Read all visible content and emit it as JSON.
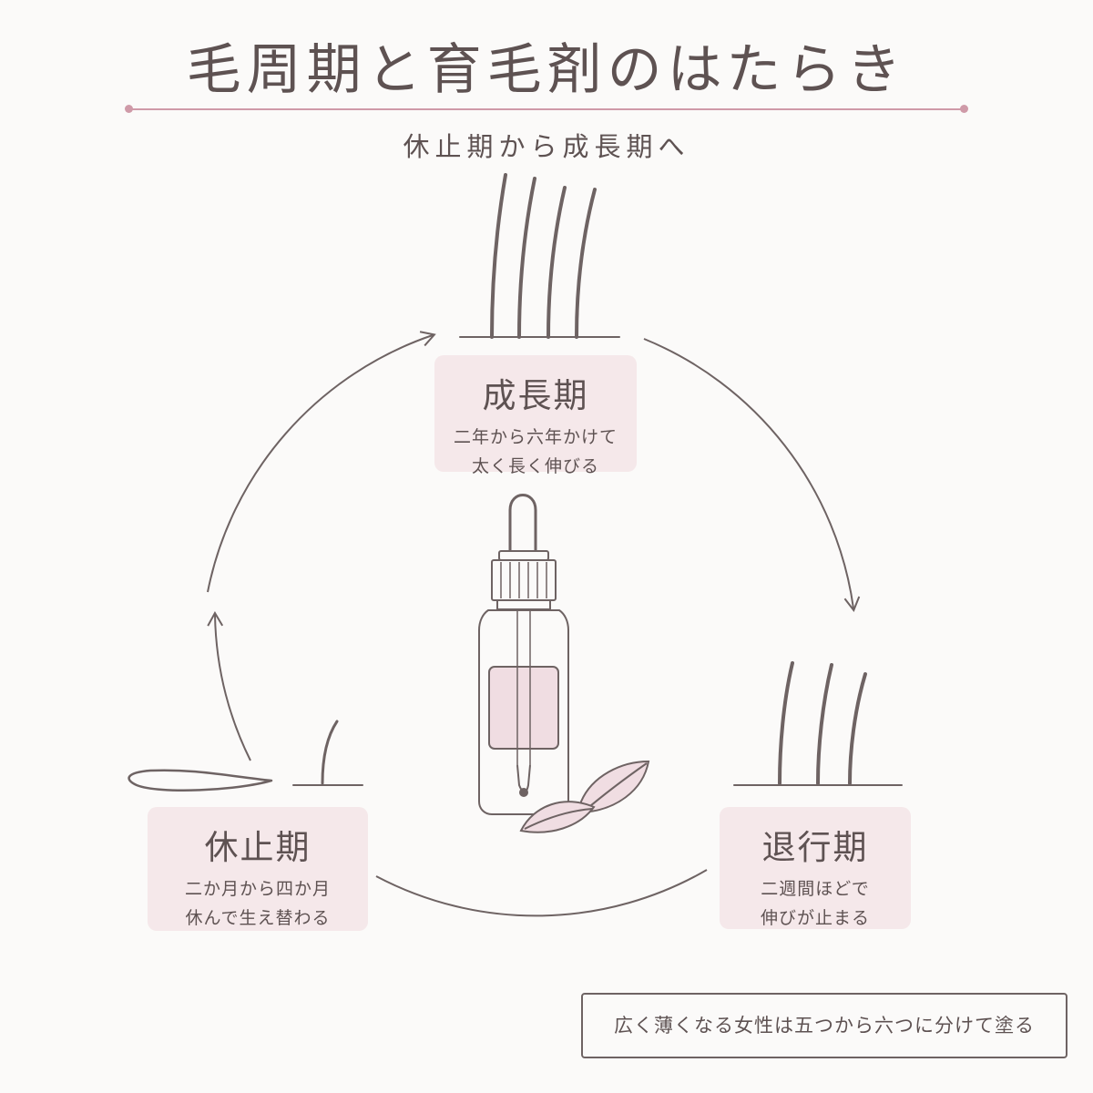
{
  "header": {
    "title": "毛周期と育毛剤のはたらき",
    "subtitle": "休止期から成長期へ"
  },
  "stages": {
    "growth": {
      "name": "成長期",
      "line1": "二年から六年かけて",
      "line2": "太く長く伸びる"
    },
    "regression": {
      "name": "退行期",
      "line1": "二週間ほどで",
      "line2": "伸びが止まる"
    },
    "resting": {
      "name": "休止期",
      "line1": "二か月から四か月",
      "line2": "休んで生え替わる"
    }
  },
  "note": "広く薄くなる女性は五つから六つに分けて塗る",
  "colors": {
    "line": "#6e6363",
    "accent": "#cf9aa8",
    "box": "#f5e8ea",
    "label": "#f0dde2"
  },
  "icons": [
    "hair-growth-icon",
    "hair-regression-icon",
    "hair-resting-icon",
    "serum-bottle-icon",
    "leaf-icon",
    "arrow-icon"
  ]
}
